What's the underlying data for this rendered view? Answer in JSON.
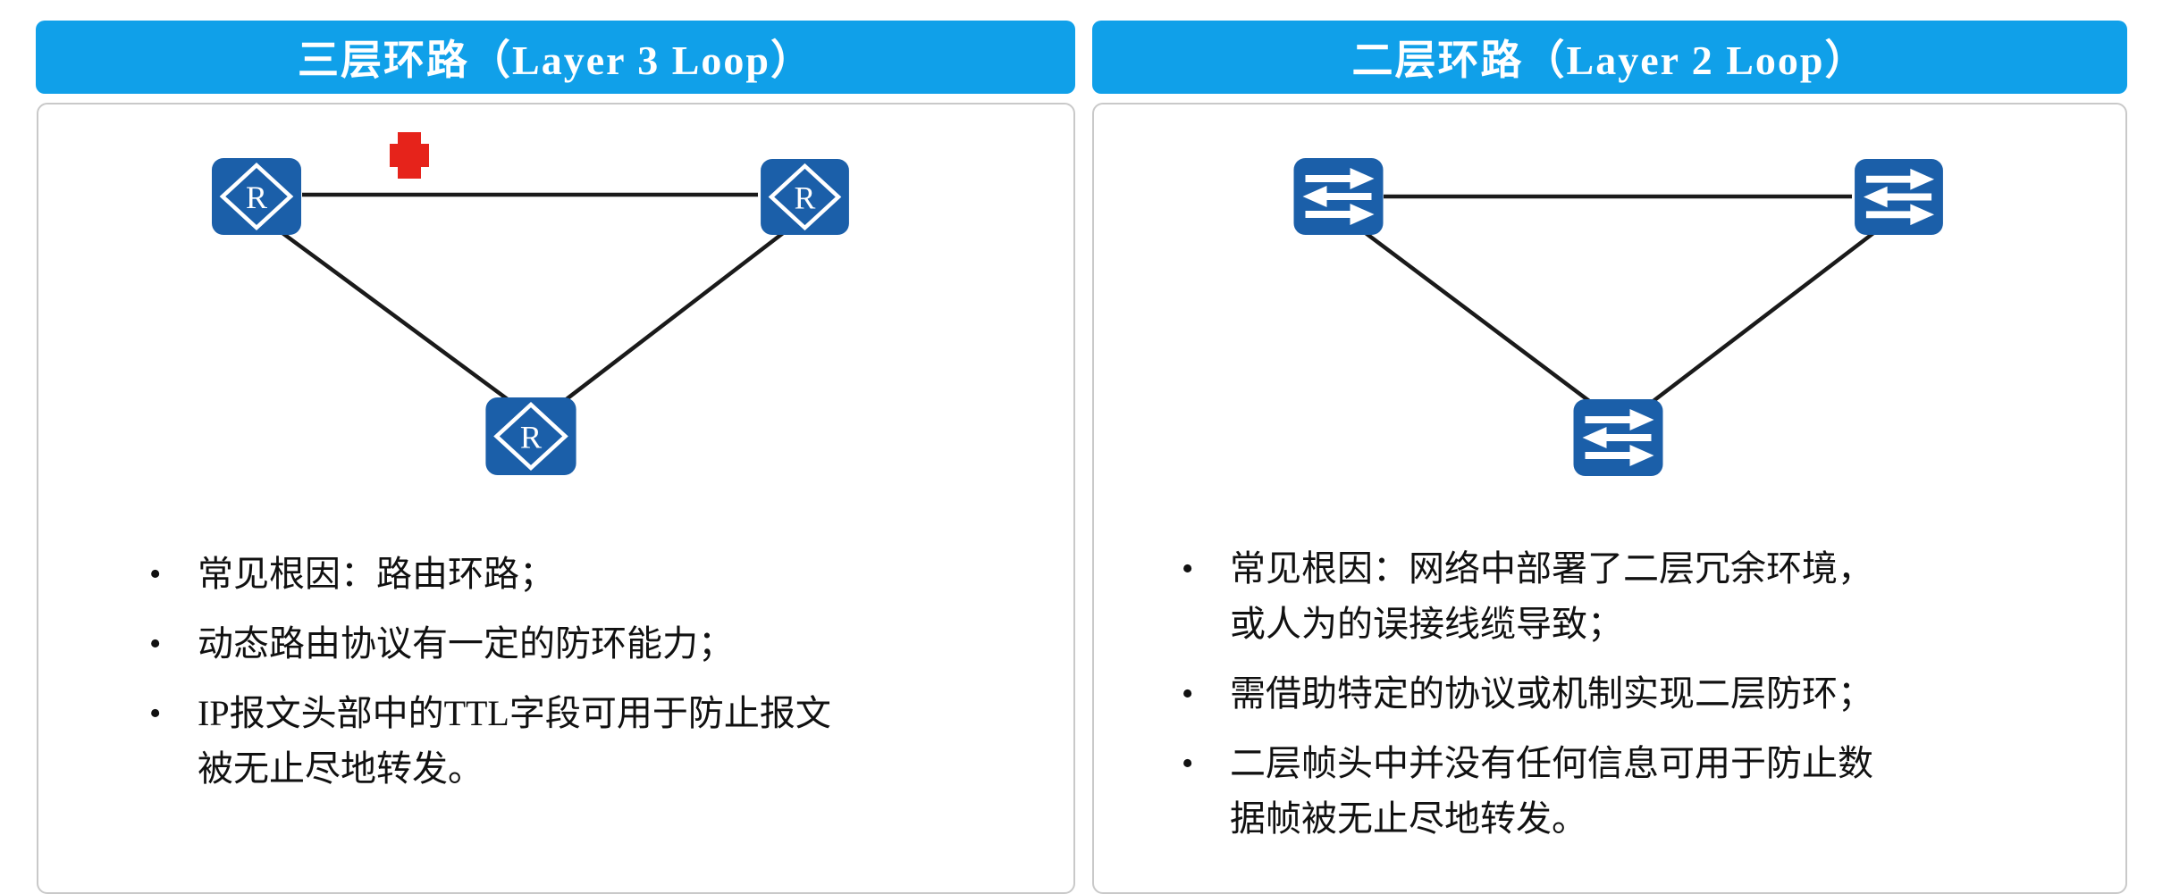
{
  "panels": {
    "left": {
      "title": "三层环路（Layer 3 Loop）",
      "node_type": "router",
      "node_label": "R",
      "node_count": 3,
      "topology": "triangle",
      "annotation": {
        "type": "blocked-cross",
        "color": "#e6231b"
      },
      "bullets": [
        "常见根因：路由环路；",
        "动态路由协议有一定的防环能力；",
        "IP报文头部中的TTL字段可用于防止报文\n被无止尽地转发。"
      ]
    },
    "right": {
      "title": "二层环路（Layer 2 Loop）",
      "node_type": "switch",
      "node_count": 3,
      "topology": "triangle",
      "bullets": [
        "常见根因：网络中部署了二层冗余环境，\n或人为的误接线缆导致；",
        "需借助特定的协议或机制实现二层防环；",
        "二层帧头中并没有任何信息可用于防止数\n据帧被无止尽地转发。"
      ]
    }
  },
  "colors": {
    "header_blue": "#10a0e9",
    "node_blue": "#1b5fa9",
    "link_line": "#1a1a1a",
    "cross_red": "#e6231b",
    "card_border": "#c9c9c9",
    "header_text": "#ffffff",
    "body_text": "#111111"
  }
}
